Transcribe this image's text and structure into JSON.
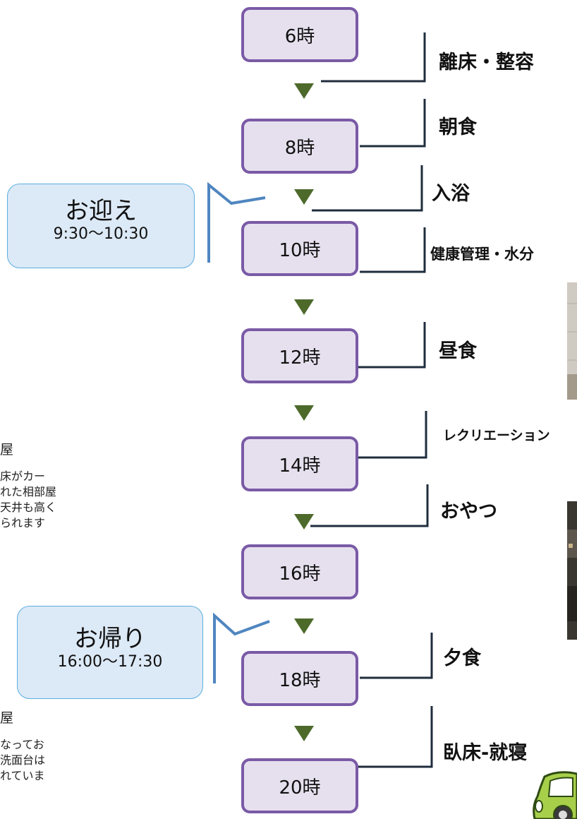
{
  "timeline": {
    "times": [
      "6時",
      "8時",
      "10時",
      "12時",
      "14時",
      "16時",
      "18時",
      "20時"
    ],
    "events": [
      "離床・整容",
      "朝食",
      "入浴",
      "健康管理・水分",
      "昼食",
      "レクリエーション",
      "おやつ",
      "夕食",
      "臥床-就寝"
    ]
  },
  "pickup": {
    "title": "お迎え",
    "time": "9:30〜10:30"
  },
  "dropoff": {
    "title": "お帰り",
    "time": "16:00〜17:30"
  },
  "room1": {
    "caption": "屋",
    "lines": [
      "床がカー",
      "れた相部屋",
      "天井も高く",
      "られます"
    ]
  },
  "room2": {
    "caption": "屋",
    "lines": [
      "なってお",
      "洗面台は",
      "れていま"
    ]
  },
  "colors": {
    "box_fill": "#e6e0ee",
    "box_border": "#7a5aa6",
    "arrow": "#4d6a2b",
    "connector": "#1f2d3d",
    "side_fill": "#dce9f6",
    "side_connector": "#4f86c0"
  }
}
